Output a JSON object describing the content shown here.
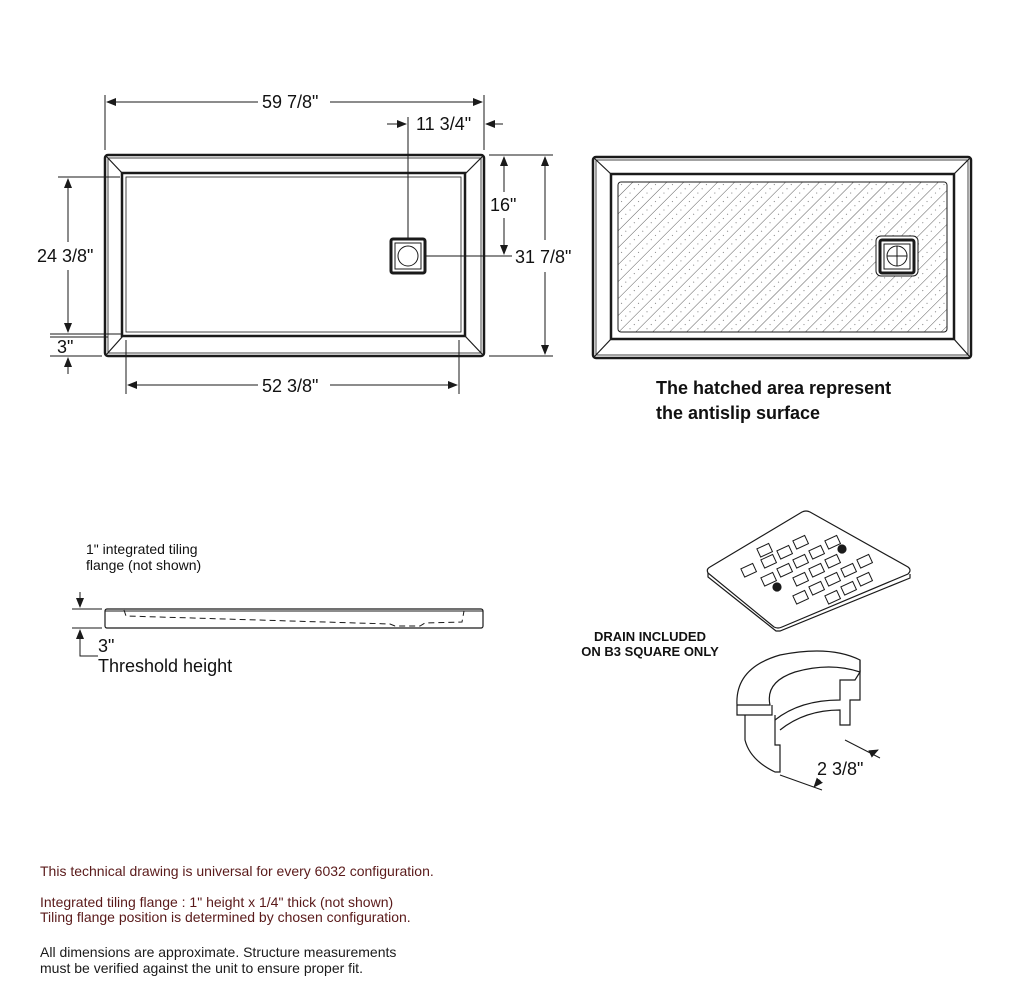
{
  "top_view": {
    "overall_length": "59 7/8\"",
    "drain_offset_from_end": "11 3/4\"",
    "drain_offset_from_back": "16\"",
    "overall_width": "31 7/8\"",
    "inner_width": "24 3/8\"",
    "front_rim": "3\"",
    "inner_length": "52 3/8\""
  },
  "antislip_view": {
    "caption_line1": "The hatched area represent",
    "caption_line2": "the antislip surface"
  },
  "side_view": {
    "flange_note_line1": "1\" integrated tiling",
    "flange_note_line2": "flange (not shown)",
    "threshold_value": "3\"",
    "threshold_label": "Threshold height"
  },
  "drain_detail": {
    "label_line1": "DRAIN INCLUDED",
    "label_line2": "ON B3 SQUARE ONLY",
    "drain_dimension": "2 3/8\""
  },
  "footer_notes": {
    "universal": "This technical drawing is universal for every 6032 configuration.",
    "flange_spec": "Integrated tiling flange : 1\" height x 1/4\" thick (not shown)",
    "flange_position": "Tiling flange position is determined by chosen configuration.",
    "approx_line1": "All dimensions are approximate. Structure measurements",
    "approx_line2": "must be verified against the unit to ensure proper fit."
  },
  "colors": {
    "line": "#1a1a1a",
    "note_maroon": "#5a1a1a",
    "background": "#ffffff"
  }
}
